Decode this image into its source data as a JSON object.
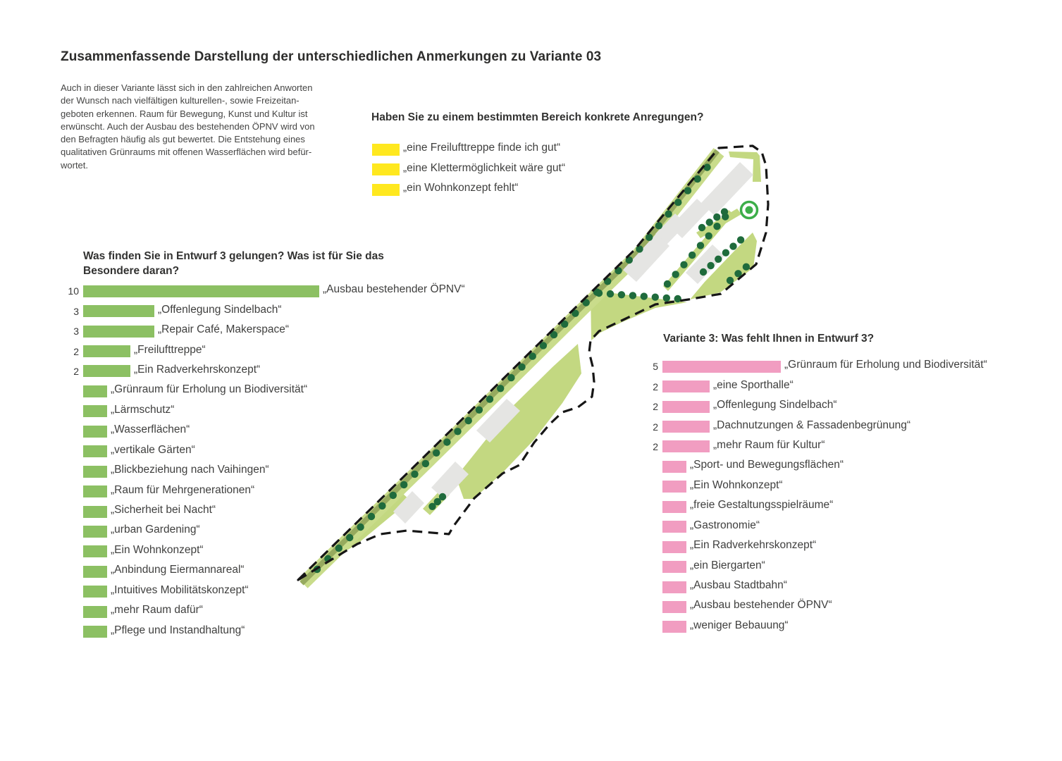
{
  "page": {
    "title": "Zusammenfassende Darstellung der unterschiedlichen Anmerkungen zu Variante 03",
    "intro": "Auch in dieser Variante lässt sich in den zahlreichen Anworten\nder Wunsch nach vielfältigen kulturellen-, sowie Freizeitan-\ngeboten erkennen. Raum für Bewegung, Kunst und Kultur ist\nerwünscht. Auch der Ausbau des bestehenden ÖPNV wird von\nden Befragten häufig als gut bewertet. Die Entstehung eines\nqualitativen Grünraums mit offenen Wasserflächen wird befür-\nwortet."
  },
  "colors": {
    "bar_green": "#8cc063",
    "bar_pink": "#f19dc1",
    "highlight_yellow": "#ffe81f",
    "map_light_green": "#c3d881",
    "map_band_green": "#c9dc8b",
    "map_olive": "#96aa5e",
    "map_dot_green": "#1f6b3c",
    "map_building_gray": "#e5e5e3",
    "map_marker_green": "#3cae49",
    "text_dark": "#3c3c3b"
  },
  "chart_data": [
    {
      "type": "legend",
      "title": "Haben Sie zu einem bestimmten Bereich konkrete Anregungen?",
      "color": "#ffe81f",
      "legend_position": "top-center",
      "items": [
        {
          "label": "„eine Freilufttreppe finde ich gut“",
          "value": 1
        },
        {
          "label": "„eine Klettermöglichkeit wäre gut“",
          "value": 1
        },
        {
          "label": "„ein Wohnkonzept fehlt“",
          "value": 1
        }
      ]
    },
    {
      "type": "bar",
      "title": "Was finden Sie in Entwurf 3 gelungen? Was ist für Sie das\nBesondere daran?",
      "color": "#8cc063",
      "orientation": "horizontal",
      "xlim": [
        0,
        10
      ],
      "grid": false,
      "items": [
        {
          "label": "„Ausbau bestehender ÖPNV“",
          "value": 10
        },
        {
          "label": "„Offenlegung Sindelbach“",
          "value": 3
        },
        {
          "label": "„Repair Café, Makerspace“",
          "value": 3
        },
        {
          "label": "„Freilufttreppe“",
          "value": 2
        },
        {
          "label": "„Ein Radverkehrskonzept“",
          "value": 2
        },
        {
          "label": "„Grünraum für Erholung un Biodiversität“",
          "value": 1
        },
        {
          "label": "„Lärmschutz“",
          "value": 1
        },
        {
          "label": "„Wasserflächen“",
          "value": 1
        },
        {
          "label": "„vertikale Gärten“",
          "value": 1
        },
        {
          "label": "„Blickbeziehung nach Vaihingen“",
          "value": 1
        },
        {
          "label": "„Raum für Mehrgenerationen“",
          "value": 1
        },
        {
          "label": "„Sicherheit bei Nacht“",
          "value": 1
        },
        {
          "label": "„urban Gardening“",
          "value": 1
        },
        {
          "label": "„Ein Wohnkonzept“",
          "value": 1
        },
        {
          "label": "„Anbindung Eiermannareal“",
          "value": 1
        },
        {
          "label": "„Intuitives Mobilitätskonzept“",
          "value": 1
        },
        {
          "label": "„mehr Raum dafür“",
          "value": 1
        },
        {
          "label": "„Pflege und Instandhaltung“",
          "value": 1
        }
      ]
    },
    {
      "type": "bar",
      "title": "Variante 3: Was fehlt Ihnen in Entwurf 3?",
      "color": "#f19dc1",
      "orientation": "horizontal",
      "xlim": [
        0,
        10
      ],
      "grid": false,
      "items": [
        {
          "label": "„Grünraum für Erholung und Biodiversität“",
          "value": 5
        },
        {
          "label": "„eine Sporthalle“",
          "value": 2
        },
        {
          "label": "„Offenlegung Sindelbach“",
          "value": 2
        },
        {
          "label": "„Dachnutzungen & Fassadenbegrünung“",
          "value": 2
        },
        {
          "label": "„mehr Raum für Kultur“",
          "value": 2
        },
        {
          "label": "„Sport- und Bewegungsflächen“",
          "value": 1
        },
        {
          "label": "„Ein Wohnkonzept“",
          "value": 1
        },
        {
          "label": "„freie Gestaltungsspielräume“",
          "value": 1
        },
        {
          "label": "„Gastronomie“",
          "value": 1
        },
        {
          "label": "„Ein Radverkehrskonzept“",
          "value": 1
        },
        {
          "label": "„ein Biergarten“",
          "value": 1
        },
        {
          "label": "„Ausbau Stadtbahn“",
          "value": 1
        },
        {
          "label": "„Ausbau bestehender ÖPNV“",
          "value": 1
        },
        {
          "label": "„weniger Bebauung“",
          "value": 1
        }
      ]
    }
  ]
}
